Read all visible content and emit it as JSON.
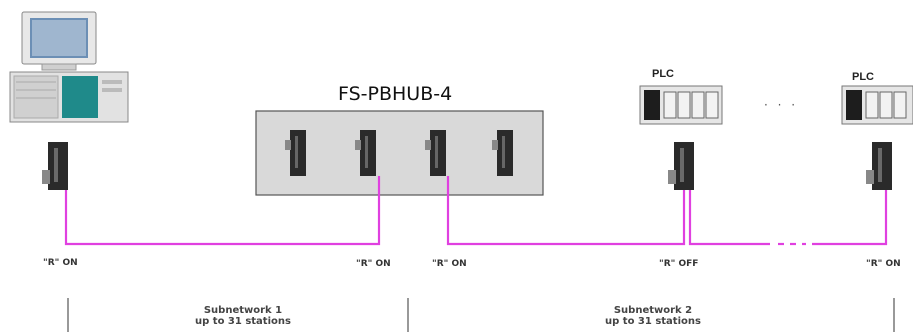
{
  "title": "FS-PBHUB-4",
  "plc_label": "PLC",
  "resistor_labels": {
    "pc": "\"R\" ON",
    "hub_left": "\"R\" ON",
    "hub_right": "\"R\" ON",
    "plc1": "\"R\" OFF",
    "plc2": "\"R\" ON"
  },
  "ellipsis": "· · ·",
  "subnetworks": [
    {
      "name": "Subnetwork 1",
      "detail": "up to 31 stations"
    },
    {
      "name": "Subnetwork 2",
      "detail": "up to 31 stations"
    }
  ],
  "colors": {
    "bus": "#e040e0",
    "hub_fill": "#d9d9d9",
    "hub_border": "#555555"
  }
}
